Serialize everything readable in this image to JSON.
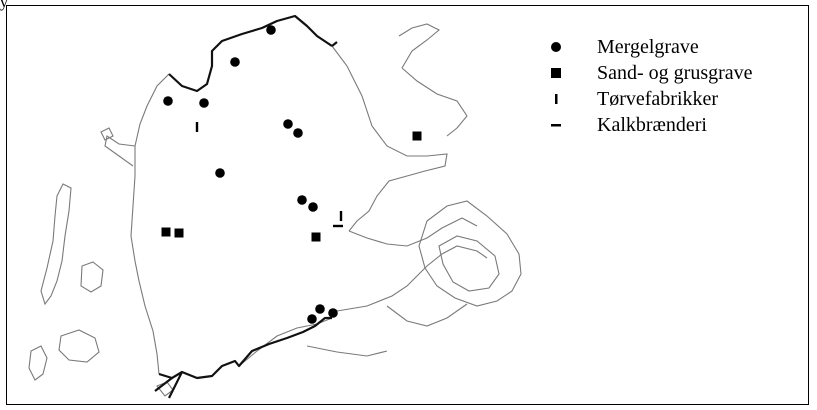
{
  "page": {
    "top_glyph": "y"
  },
  "legend": [
    {
      "symbol": "circle",
      "label": "Mergelgrave"
    },
    {
      "symbol": "square",
      "label": "Sand- og grusgrave"
    },
    {
      "symbol": "vbar",
      "label": "Tørvefabrikker"
    },
    {
      "symbol": "hbar",
      "label": "Kalkbrænderi"
    }
  ],
  "colors": {
    "ink": "#000000",
    "coast": "#7a7a7a",
    "border": "#111111",
    "background": "#ffffff"
  }
}
